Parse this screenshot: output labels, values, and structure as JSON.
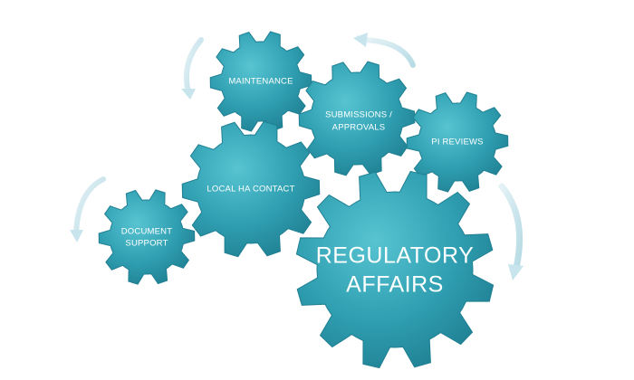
{
  "diagram": {
    "colors": {
      "gear_light": "#46b6c6",
      "gear_mid": "#2a98ab",
      "gear_dark": "#1f7f92",
      "arrow": "#c8e4ec",
      "text": "#ffffff"
    },
    "gears": {
      "maintenance": {
        "line1": "MAINTENANCE"
      },
      "submissions": {
        "line1": "SUBMISSIONS /",
        "line2": "APPROVALS"
      },
      "pi_reviews": {
        "line1": "PI REVIEWS"
      },
      "local_ha": {
        "line1": "LOCAL HA CONTACT"
      },
      "document": {
        "line1": "DOCUMENT",
        "line2": "SUPPORT"
      },
      "regulatory": {
        "line1": "REGULATORY",
        "line2": "AFFAIRS"
      }
    }
  }
}
